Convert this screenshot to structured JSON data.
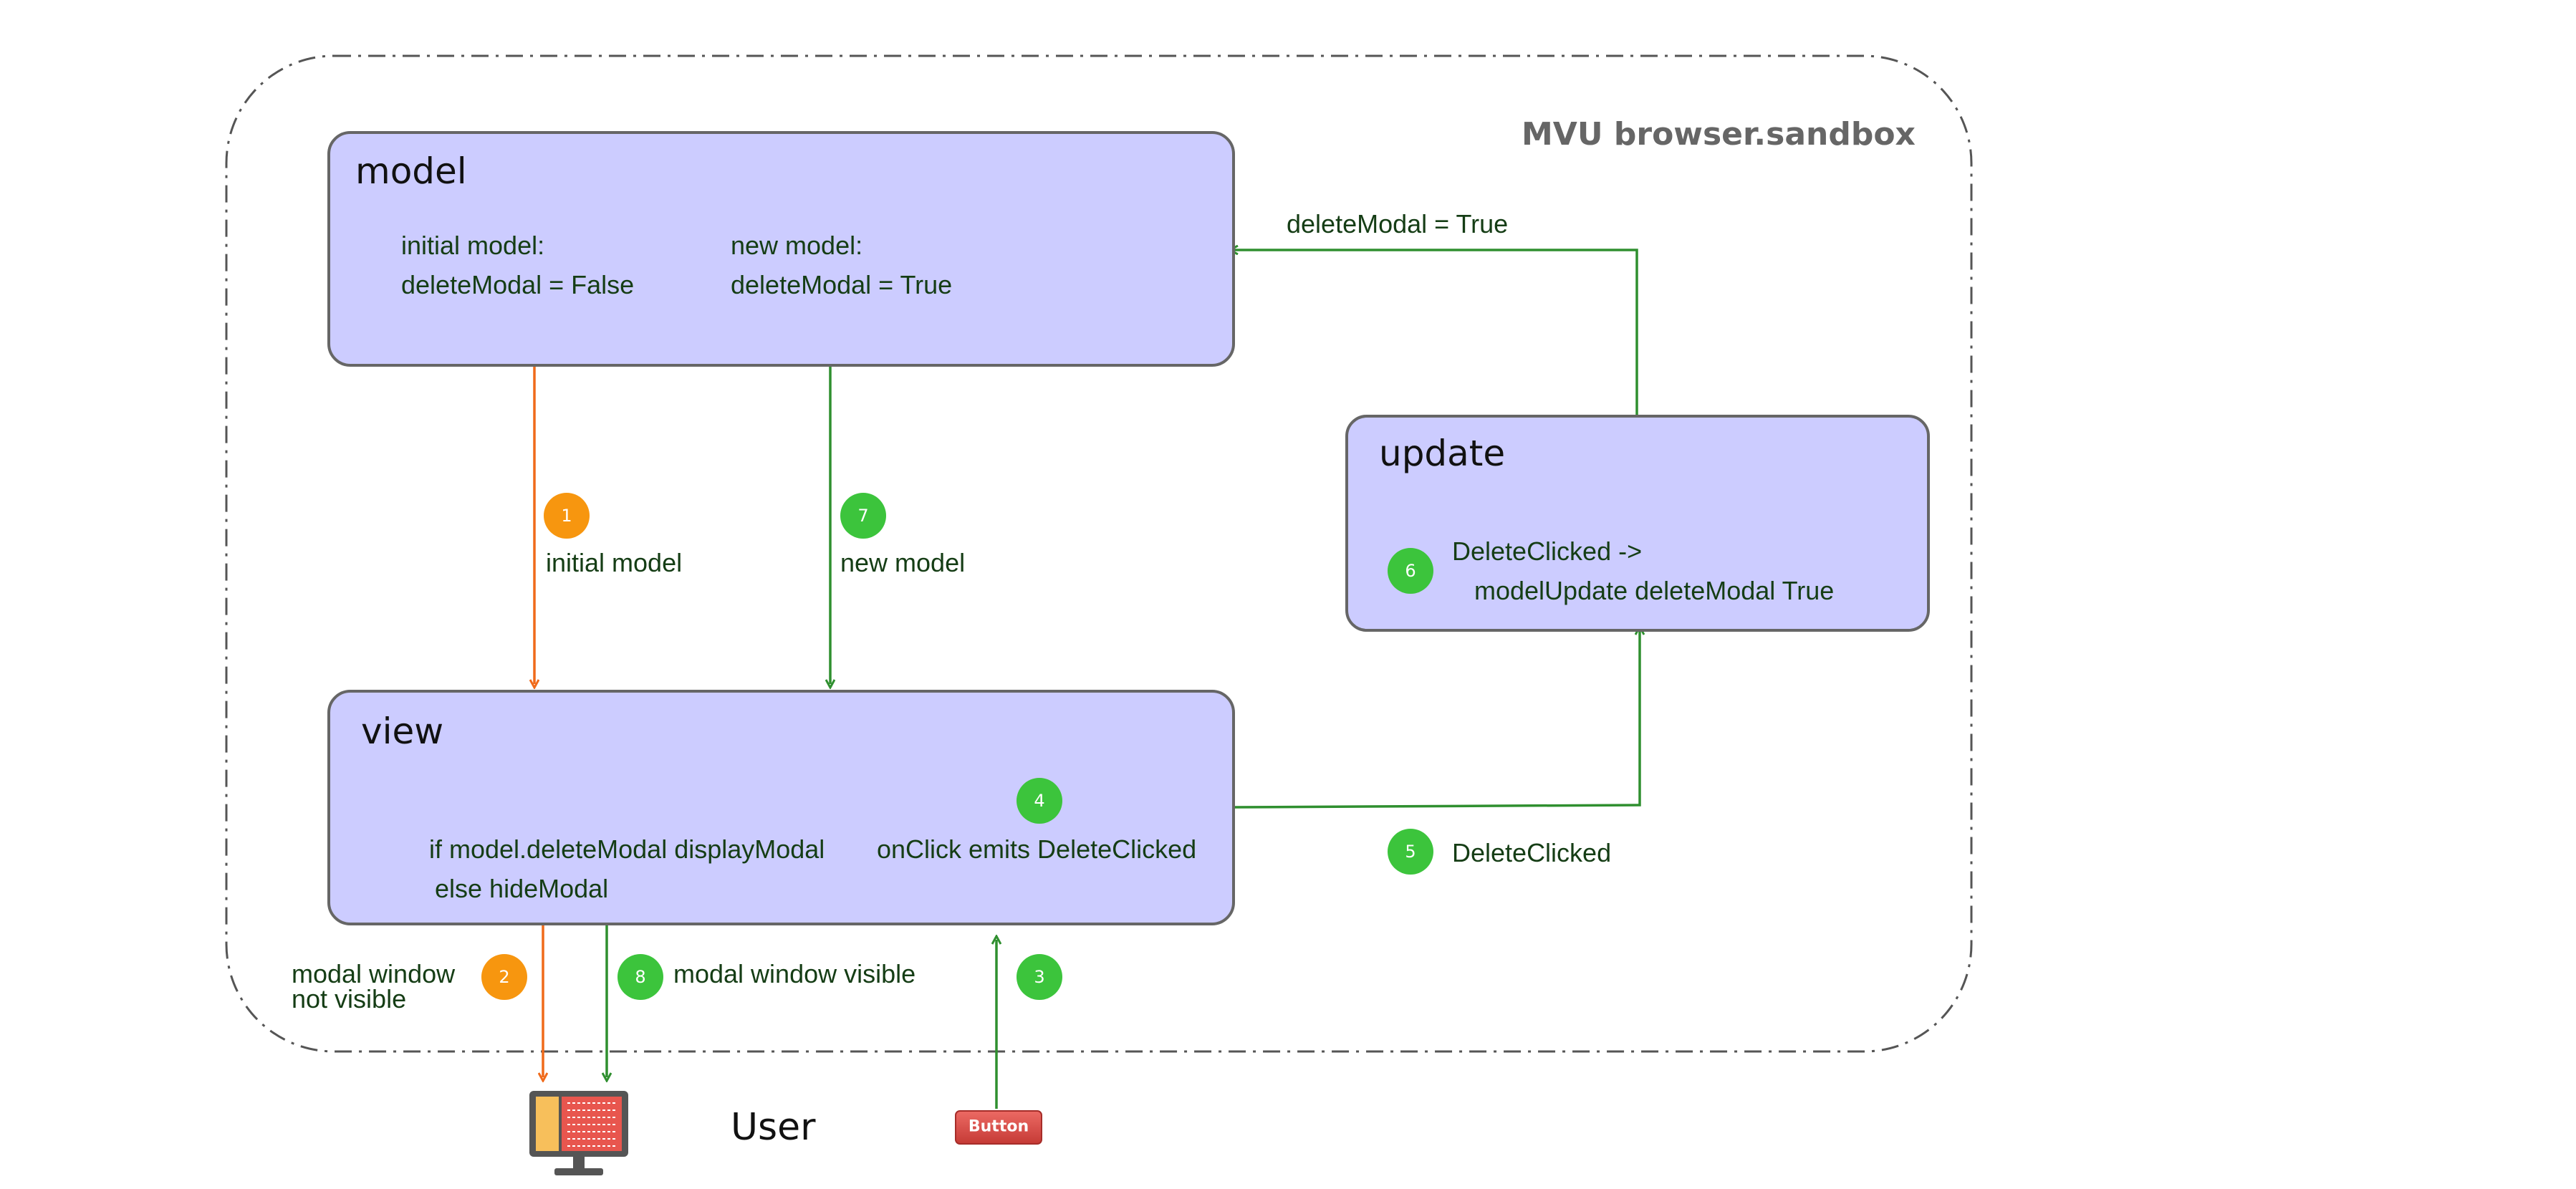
{
  "sandbox": {
    "title": "MVU browser.sandbox"
  },
  "colors": {
    "box_fill": "#ccccff",
    "box_stroke": "#666666",
    "green": "#3cb93c",
    "green_dark": "#2f8f2f",
    "orange": "#f58b1f",
    "orange_dark": "#f06a1a",
    "text_dark_green": "#153d15",
    "button_red": "#d9453f",
    "monitor_left": "#f7bf5b",
    "monitor_right": "#e8564e"
  },
  "boxes": {
    "model": {
      "title": "model",
      "initial_label": "initial model:",
      "initial_value": "deleteModal = False",
      "new_label": "new model:",
      "new_value": "deleteModal = True"
    },
    "update": {
      "title": "update",
      "line1": "DeleteClicked ->",
      "line2": "modelUpdate deleteModal True"
    },
    "view": {
      "title": "view",
      "line1": "if model.deleteModal displayModal",
      "line2": "else hideModal",
      "onclick": "onClick emits DeleteClicked"
    }
  },
  "edges": {
    "update_to_model": "deleteModal = True",
    "initial_model": "initial model",
    "new_model": "new model",
    "delete_clicked": "DeleteClicked",
    "modal_not_visible_1": "modal window",
    "modal_not_visible_2": "not visible",
    "modal_visible": "modal window visible"
  },
  "badges": [
    {
      "number": "1",
      "color": "orange"
    },
    {
      "number": "2",
      "color": "orange"
    },
    {
      "number": "3",
      "color": "green"
    },
    {
      "number": "4",
      "color": "green"
    },
    {
      "number": "5",
      "color": "green"
    },
    {
      "number": "6",
      "color": "green"
    },
    {
      "number": "7",
      "color": "green"
    },
    {
      "number": "8",
      "color": "green"
    }
  ],
  "user": {
    "label": "User",
    "button_label": "Button"
  }
}
